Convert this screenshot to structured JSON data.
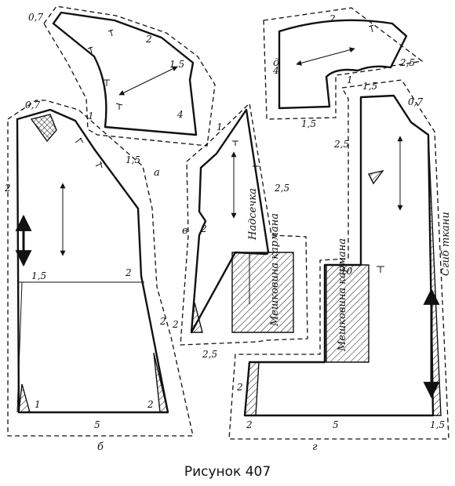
{
  "caption": "Рисунок 407",
  "parts": {
    "a": "а",
    "b": "б",
    "v": "в",
    "g": "г",
    "d": "д"
  },
  "notes": {
    "notch": "Надсечка",
    "pocket_bag": "Мешковина кармана",
    "fold": "Сгиб ткани"
  },
  "allowances": {
    "a_top_left": "0,7",
    "a_top": "2",
    "a_corner": "1,5",
    "a_right": "4",
    "a_bottom": "1,5",
    "a_mid": "1",
    "b_top": "0,7",
    "b_side": "2",
    "b_waist_left": "1,5",
    "b_waist_right": "2",
    "b_hip": "2",
    "b_hem_left": "1",
    "b_hem_right": "2",
    "b_hem": "5",
    "v_top": "1",
    "v_right": "2,5",
    "v_waist": "2",
    "v_hip": "2",
    "v_hem": "2,5",
    "d_top": "2",
    "d_left": "4",
    "d_right": "2,5",
    "d_mid": "1",
    "d_bottom": "1,5",
    "g_top1": "1,5",
    "g_top2": "0,7",
    "g_left": "2,5",
    "g_pocket": "10",
    "g_hip": "2",
    "g_hem_left": "2",
    "g_hem": "5",
    "g_hem_right": "1,5"
  },
  "icons": [
    "grainline-arrow-icon",
    "notch-mark-icon"
  ]
}
